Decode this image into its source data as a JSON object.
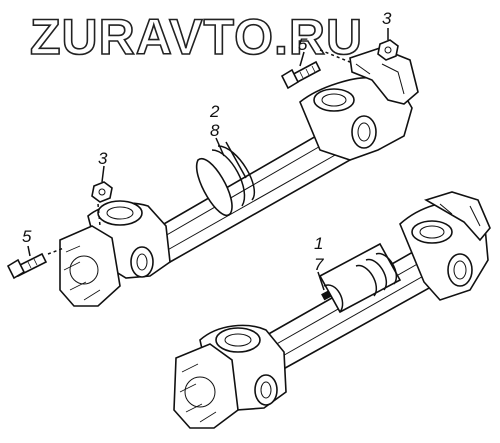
{
  "watermark": "ZURAVTO.RU",
  "labels": {
    "bolt_top": "5",
    "nut_top": "3",
    "shaft_upper_a": "2",
    "shaft_upper_b": "8",
    "nut_left": "3",
    "bolt_left": "5",
    "shaft_lower_a": "1",
    "shaft_lower_b": "7"
  }
}
